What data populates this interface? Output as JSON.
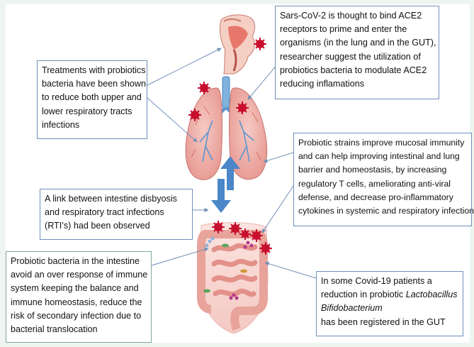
{
  "boxes": {
    "treatments": {
      "lines": [
        "Treatments with probiotics",
        "bacteria have been shown",
        "to reduce both upper and",
        "lower respiratory tracts",
        "infections"
      ]
    },
    "sars": {
      "lines": [
        "Sars-CoV-2 is thought to bind ACE2",
        "receptors to prime and enter the",
        "organisms (in the lung and in the GUT),",
        "researcher suggest the utilization of",
        "probiotics bacteria to modulate ACE2",
        "reducing inflamations"
      ]
    },
    "probiotic_strains": {
      "lines": [
        "Probiotic strains improve mucosal immunity",
        "and can help improving intestinal and lung",
        "barrier and homeostasis, by increasing",
        "regulatory T cells, ameliorating anti-viral",
        "defense, and decrease pro-inflammatory",
        "cytokines in systemic and respiratory infections"
      ]
    },
    "link": {
      "lines": [
        "A link between intestine disbyosis",
        "and respiratory tract infections",
        "(RTI’s) had been observed"
      ]
    },
    "intestine": {
      "lines": [
        "Probiotic bacteria in the intestine",
        "avoid an over response of immune",
        "system keeping the balance and",
        "immune homeostasis, reduce the",
        "risk of secondary infection due to",
        "bacterial translocation"
      ]
    },
    "covid": {
      "line1": "In some Covid-19 patients a",
      "line2_prefix": "reduction in probiotic ",
      "line2_italic": "Lactobacillus",
      "line3_italic": "Bifidobacterium",
      "line4": "has been registered in the GUT"
    }
  },
  "icons": [
    "head-icon",
    "lungs-icon",
    "intestine-icon",
    "virus-icon",
    "bidirectional-arrow-icon"
  ],
  "colors": {
    "border": "#6f8fb8",
    "tissue": "#f2b8b0",
    "tissue_dark": "#d98580",
    "virus": "#c8102e",
    "arrow_blue": "#4a86c8"
  }
}
